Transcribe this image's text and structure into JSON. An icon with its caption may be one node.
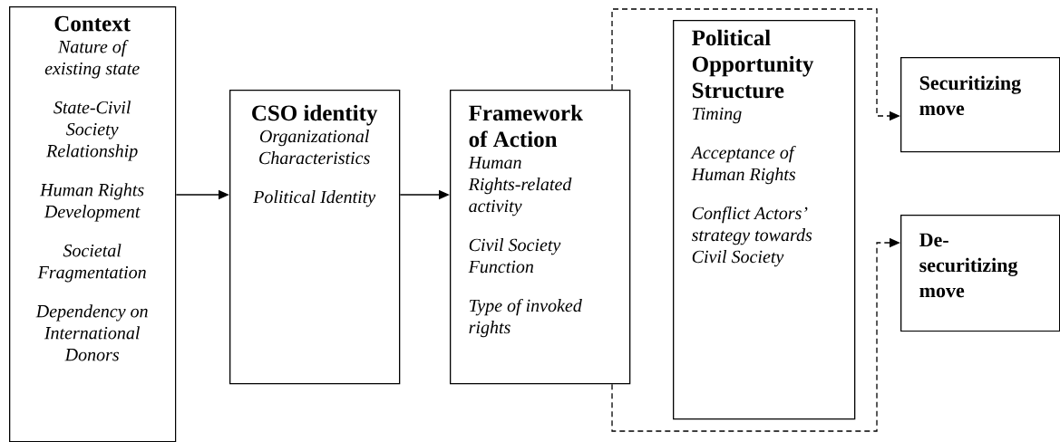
{
  "diagram": {
    "nodes": [
      {
        "text": [
          "Context",
          "Nature of existing state",
          "State-Civil Society Relationship",
          "Human Rights Development",
          "Societal Fragmentation",
          "Dependency on International Donors"
        ]
      },
      {
        "text": [
          "CSO identity",
          "Organizational Characteristics",
          "Political Identity"
        ]
      },
      {
        "text": [
          "Framework of Action",
          "Human Rights-related activity",
          "Civil Society Function",
          "Type of invoked rights"
        ]
      },
      {
        "text": [
          "Political Opportunity Structure",
          "Timing",
          "Acceptance of Human Rights",
          "Conflict Actors’ strategy towards Civil Society"
        ]
      },
      {
        "text": [
          "Securitizing move"
        ]
      },
      {
        "text": [
          "De-securitizing move"
        ]
      }
    ],
    "edges": [
      {
        "from": 0,
        "to": 1,
        "arrow": "to"
      },
      {
        "from": 1,
        "to": 2,
        "arrow": "to"
      },
      {
        "from": 2,
        "to": 4,
        "arrow": "to",
        "style": "dashed"
      },
      {
        "from": 2,
        "to": 5,
        "arrow": "to",
        "style": "dashed"
      }
    ]
  }
}
